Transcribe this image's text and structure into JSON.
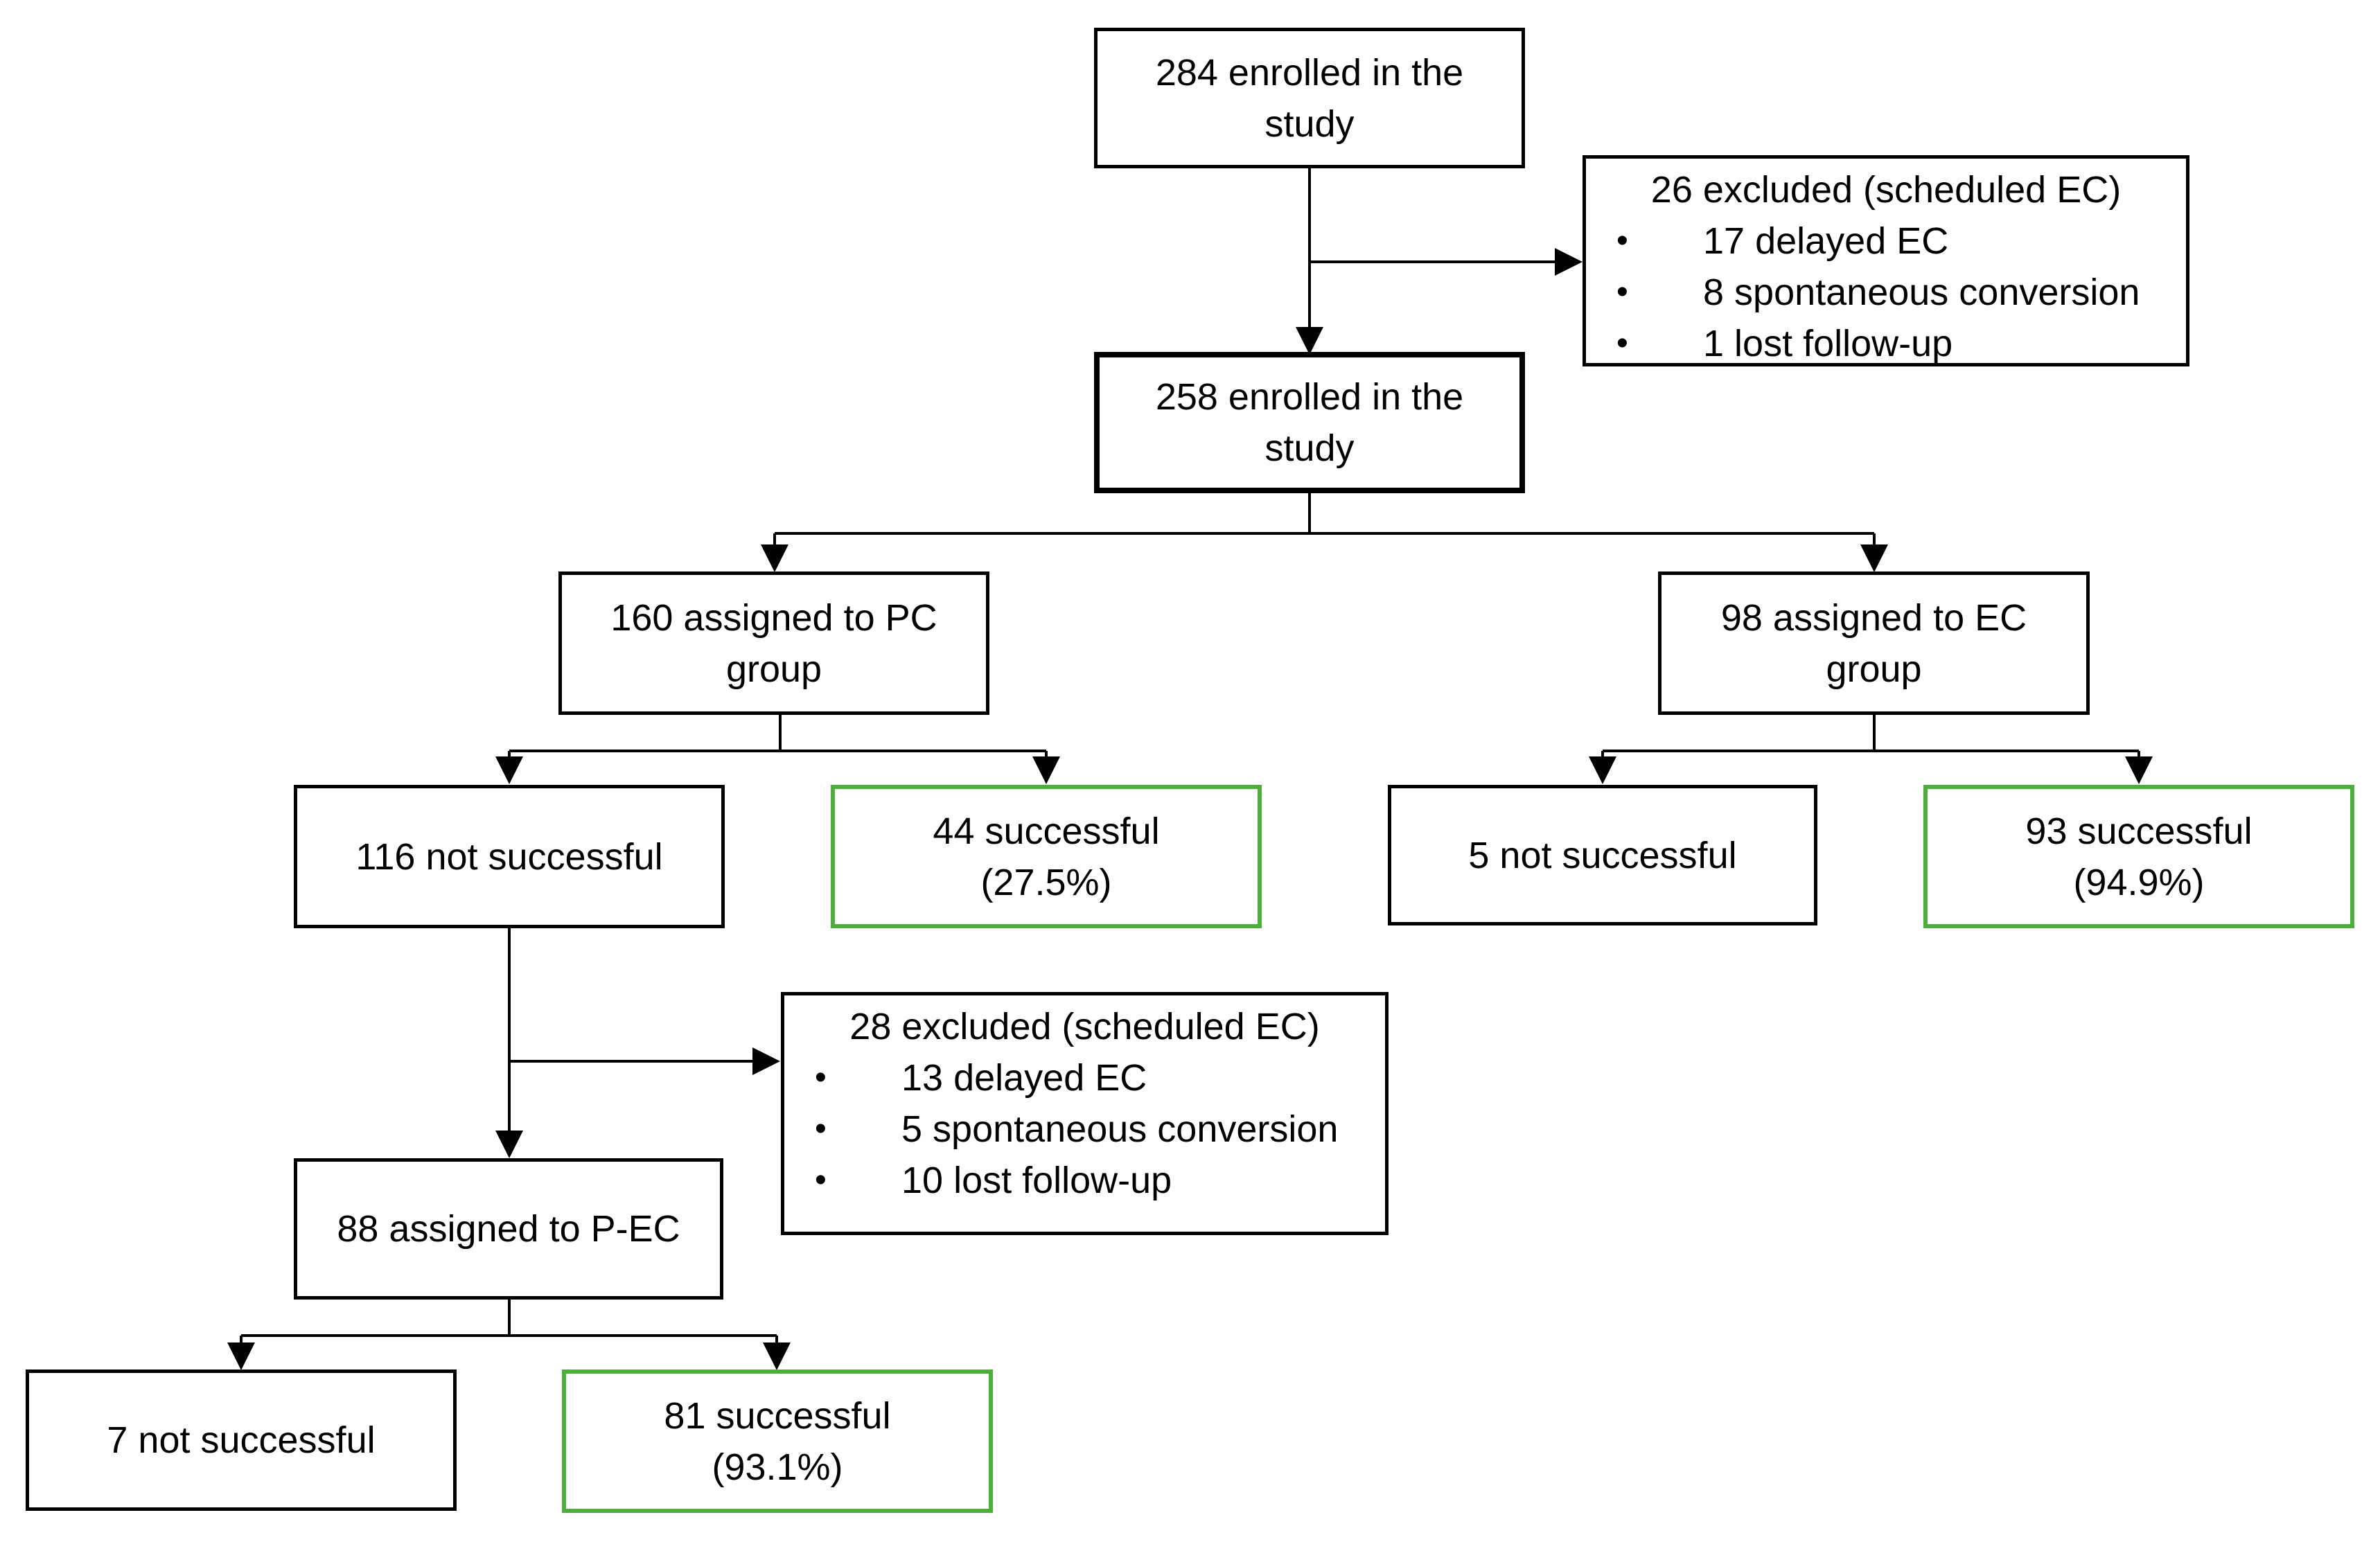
{
  "colors": {
    "border": "#000000",
    "success_border": "#4caf3a",
    "connector": "#000000"
  },
  "nodes": {
    "enrolled_284": [
      "284 enrolled in the",
      "study"
    ],
    "excluded_1": {
      "title": "26 excluded (scheduled EC)",
      "items": [
        "17 delayed EC",
        "8 spontaneous conversion",
        "1 lost follow-up"
      ]
    },
    "enrolled_258": [
      "258 enrolled in the",
      "study"
    ],
    "pc_group": [
      "160 assigned to PC",
      "group"
    ],
    "ec_group": [
      "98 assigned to EC",
      "group"
    ],
    "pc_not_successful": [
      "116 not successful"
    ],
    "pc_successful": [
      "44 successful",
      "(27.5%)"
    ],
    "ec_not_successful": [
      "5 not successful"
    ],
    "ec_successful": [
      "93 successful",
      "(94.9%)"
    ],
    "excluded_2": {
      "title": "28 excluded (scheduled EC)",
      "items": [
        "13 delayed EC",
        "5 spontaneous conversion",
        "10 lost follow-up"
      ]
    },
    "pec_group": [
      "88 assigned to P-EC"
    ],
    "pec_not_successful": [
      "7 not successful"
    ],
    "pec_successful": [
      "81 successful",
      "(93.1%)"
    ]
  }
}
